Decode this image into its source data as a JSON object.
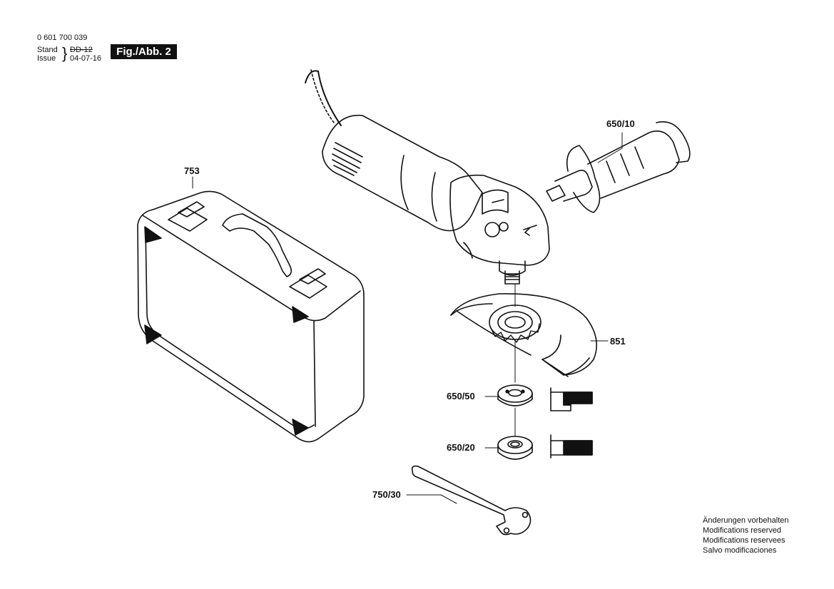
{
  "header": {
    "part_number": "0 601 700 039",
    "stand_label": "Stand",
    "issue_label": "Issue",
    "stand_value": "DD-12",
    "issue_value": "04-07-16",
    "figure_label": "Fig./Abb. 2"
  },
  "callouts": {
    "case": "753",
    "handle": "650/10",
    "guard": "851",
    "flange": "650/50",
    "nut": "650/20",
    "spanner": "750/30"
  },
  "footer": {
    "lines": [
      "Änderungen vorbehalten",
      "Modifications reserved",
      "Modifications reservees",
      "Salvo modificaciones"
    ]
  }
}
